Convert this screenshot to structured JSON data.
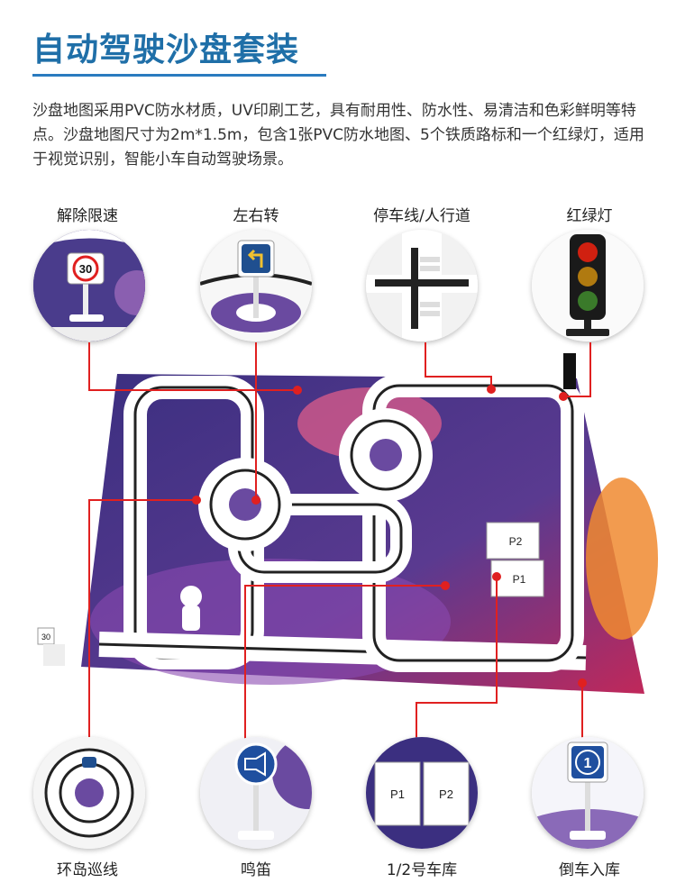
{
  "header": {
    "title": "自动驾驶沙盘套装",
    "description": "沙盘地图采用PVC防水材质，UV印刷工艺，具有耐用性、防水性、易清洁和色彩鲜明等特点。沙盘地图尺寸为2m*1.5m，包含1张PVC防水地图、5个铁质路标和一个红绿灯，适用于视觉识别，智能小车自动驾驶场景。"
  },
  "top_features": [
    {
      "label": "解除限速",
      "icon": "speed-limit-30-sign-icon",
      "sign_text": "30"
    },
    {
      "label": "左右转",
      "icon": "turn-sign-icon"
    },
    {
      "label": "停车线/人行道",
      "icon": "stop-line-icon"
    },
    {
      "label": "红绿灯",
      "icon": "traffic-light-icon"
    }
  ],
  "bottom_features": [
    {
      "label": "环岛巡线",
      "icon": "roundabout-icon"
    },
    {
      "label": "鸣笛",
      "icon": "horn-sign-icon"
    },
    {
      "label": "1/2号车库",
      "icon": "garage-icon",
      "slots": [
        "P1",
        "P2"
      ]
    },
    {
      "label": "倒车入库",
      "icon": "reverse-parking-sign-icon",
      "sign_text": "1"
    }
  ],
  "map": {
    "garage_slots": [
      "P2",
      "P1"
    ],
    "speed_sign_text": "30",
    "colors": {
      "track": "#ffffff",
      "line": "#222222",
      "space": "#3a2f7a",
      "pointer": "#e02020"
    }
  }
}
